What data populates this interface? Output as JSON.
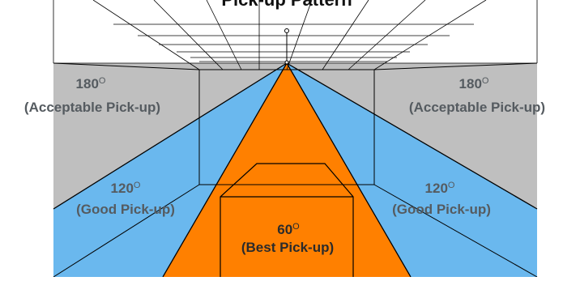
{
  "title": "Pick-up Pattern",
  "zones": {
    "acceptable": {
      "angle": "180",
      "label": "(Acceptable Pick-up)",
      "color": "#bfbfbf"
    },
    "good": {
      "angle": "120",
      "label": "(Good Pick-up)",
      "color": "#6ab8ee"
    },
    "best": {
      "angle": "60",
      "label": "(Best Pick-up)",
      "color": "#ff8000"
    }
  },
  "degree_symbol": "O",
  "colors": {
    "line": "#000000",
    "text": "#555b60",
    "text_best": "#2b2b2b"
  }
}
